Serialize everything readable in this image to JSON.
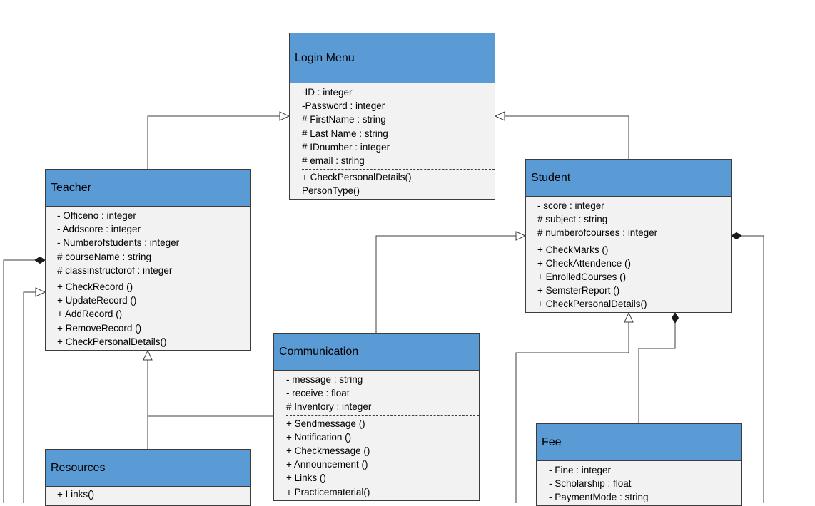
{
  "classes": {
    "login": {
      "name": "Login Menu",
      "attributes": [
        "-ID : integer",
        "-Password : integer",
        "# FirstName : string",
        "# Last Name : string",
        "# IDnumber : integer",
        "# email : string"
      ],
      "operations": [
        "+ CheckPersonalDetails()",
        " PersonType()"
      ]
    },
    "teacher": {
      "name": "Teacher",
      "attributes": [
        "- Officeno : integer",
        "- Addscore : integer",
        "- Numberofstudents : integer",
        "# courseName : string",
        "# classinstructorof : integer"
      ],
      "operations": [
        "+ CheckRecord ()",
        "+ UpdateRecord ()",
        "+ AddRecord ()",
        "+ RemoveRecord ()",
        "+ CheckPersonalDetails()"
      ]
    },
    "student": {
      "name": "Student",
      "attributes": [
        "- score : integer",
        "# subject : string",
        "# numberofcourses : integer"
      ],
      "operations": [
        "+ CheckMarks ()",
        "+ CheckAttendence ()",
        "+ EnrolledCourses ()",
        "+ SemsterReport ()",
        "+ CheckPersonalDetails()"
      ]
    },
    "communication": {
      "name": "Communication",
      "attributes": [
        "- message : string",
        "- receive : float",
        "# Inventory : integer"
      ],
      "operations": [
        "+ Sendmessage ()",
        "+ Notification ()",
        "+ Checkmessage ()",
        "+ Announcement ()",
        "+ Links ()",
        "+ Practicematerial()"
      ]
    },
    "resources": {
      "name": "Resources",
      "attributes": [],
      "operations": [
        "+ Links()"
      ]
    },
    "fee": {
      "name": "Fee",
      "attributes": [
        "- Fine : integer",
        "- Scholarship : float",
        "- PaymentMode : string"
      ],
      "operations": []
    }
  },
  "colors": {
    "header": "#5b9bd5",
    "body": "#f2f2f2",
    "line": "#3c3c3c"
  }
}
